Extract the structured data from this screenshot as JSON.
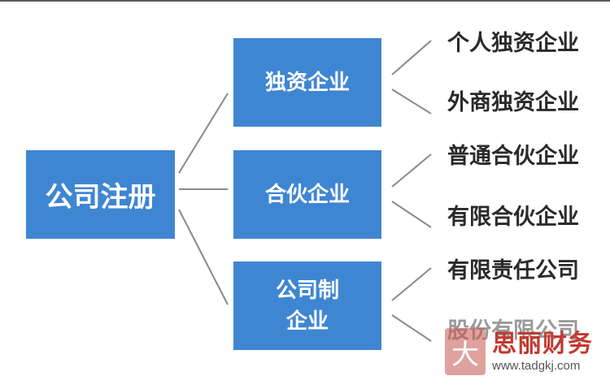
{
  "root": {
    "label": "公司注册"
  },
  "categories": [
    {
      "label": "独资企业",
      "leaves": [
        "个人独资企业",
        "外商独资企业"
      ]
    },
    {
      "label": "合伙企业",
      "leaves": [
        "普通合伙企业",
        "有限合伙企业"
      ]
    },
    {
      "label": "公司制企业",
      "label_line1": "公司制",
      "label_line2": "企业",
      "leaves": [
        "有限责任公司",
        "股份有限公司"
      ]
    }
  ],
  "watermark": {
    "seal_char": "大",
    "name": "思丽财务",
    "url": "www.tadgkj.com"
  },
  "colors": {
    "box_fill": "#3f86d2",
    "box_text": "#ffffff",
    "leaf_text": "#2a2a2a",
    "line": "#8a8a8a",
    "watermark_red": "#c23a30"
  }
}
